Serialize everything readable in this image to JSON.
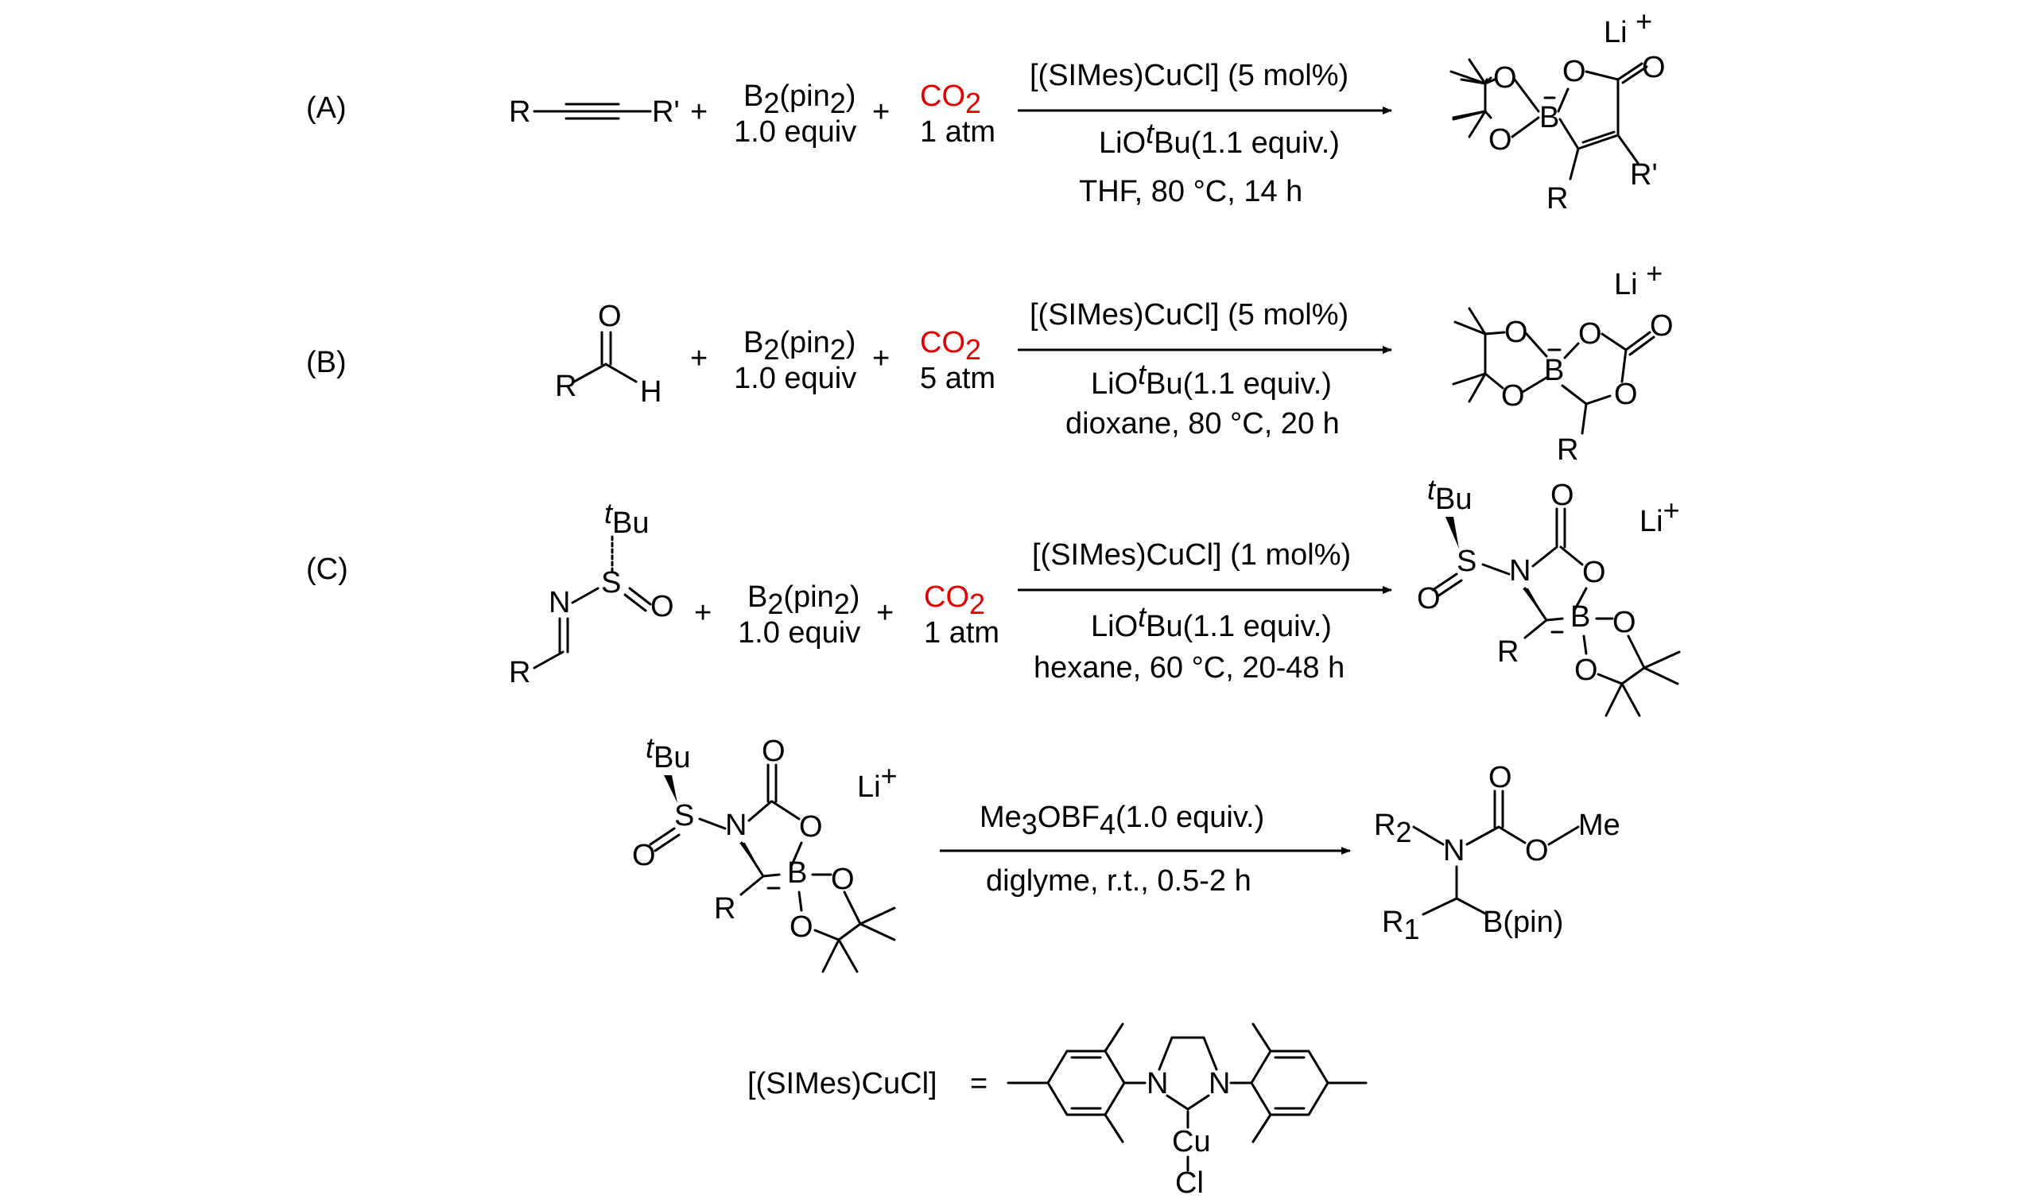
{
  "rows": [
    {
      "label": "(A)",
      "alkyne": {
        "left": "R",
        "right": "R'"
      },
      "plus": "+",
      "boron": "B2(pin2)",
      "boron_equiv": "1.0 equiv",
      "co2": "CO2",
      "pressure": "1 atm",
      "catalyst": "[(SIMes)CuCl] (5 mol%)",
      "base": "LiOtBu(1.1 equiv.)",
      "conditions": "THF, 80 °C, 14 h",
      "counterion": "Li+",
      "product_atoms": {
        "o1": "O",
        "o2": "O",
        "b": "B",
        "o3": "O",
        "o4": "O",
        "r": "R",
        "r2": "R'"
      }
    },
    {
      "label": "(B)",
      "aldehyde": {
        "o": "O",
        "r": "R",
        "h": "H"
      },
      "plus": "+",
      "boron": "B2(pin2)",
      "boron_equiv": "1.0 equiv",
      "co2": "CO2",
      "pressure": "5 atm",
      "catalyst": "[(SIMes)CuCl] (5 mol%)",
      "base": "LiOtBu(1.1 equiv.)",
      "conditions": "dioxane, 80 °C, 20 h",
      "counterion": "Li+",
      "product_atoms": {
        "o1": "O",
        "o2": "O",
        "b": "B",
        "o3": "O",
        "o4": "O",
        "o5": "O",
        "r": "R"
      }
    },
    {
      "label": "(C)",
      "imine": {
        "tbu": "tBu",
        "s": "S",
        "o": "O",
        "n": "N",
        "r": "R"
      },
      "plus": "+",
      "boron": "B2(pin2)",
      "boron_equiv": "1.0 equiv",
      "co2": "CO2",
      "pressure": "1 atm",
      "catalyst": "[(SIMes)CuCl] (1 mol%)",
      "base": "LiOtBu(1.1 equiv.)",
      "conditions": "hexane, 60 °C, 20-48 h",
      "counterion": "Li+",
      "product_atoms": {
        "tbu": "tBu",
        "s": "S",
        "o": "O",
        "n": "N",
        "oc": "O",
        "o1": "O",
        "b": "B",
        "o2": "O",
        "o3": "O",
        "r": "R"
      }
    }
  ],
  "step4": {
    "reagent": "Me3OBF4(1.0 equiv.)",
    "conditions": "diglyme, r.t., 0.5-2 h",
    "counterion": "Li+",
    "start_atoms": {
      "tbu": "tBu",
      "s": "S",
      "o": "O",
      "n": "N",
      "oc": "O",
      "o1": "O",
      "b": "B",
      "o2": "O",
      "o3": "O",
      "r": "R"
    },
    "product_atoms": {
      "r2": "R2",
      "n": "N",
      "oc": "O",
      "o": "O",
      "me": "Me",
      "r1": "R1",
      "bpin": "B(pin)"
    }
  },
  "legend": {
    "label": "[(SIMes)CuCl]",
    "equals": "=",
    "n1": "N",
    "n2": "N",
    "cu": "Cu",
    "cl": "Cl"
  },
  "colors": {
    "co2": "#e00000",
    "ink": "#000000"
  }
}
